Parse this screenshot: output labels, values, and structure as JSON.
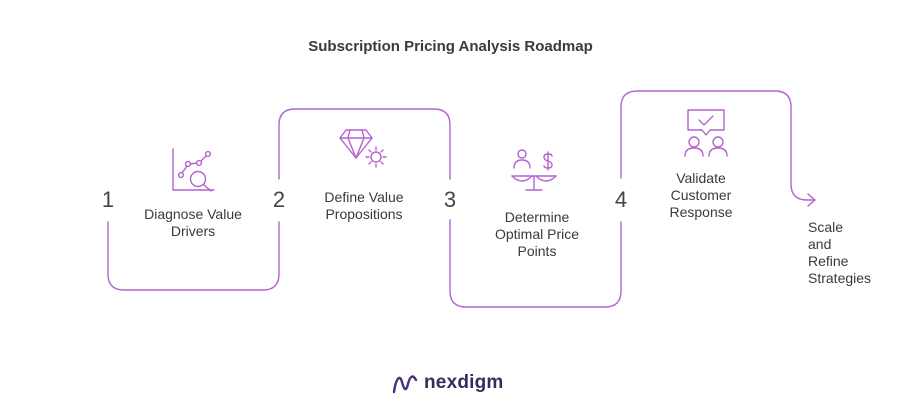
{
  "title": "Subscription Pricing Analysis Roadmap",
  "accent_color": "#b463cf",
  "steps": [
    {
      "number": "1",
      "label": "Diagnose Value\nDrivers",
      "icon": "chart-magnifier-icon"
    },
    {
      "number": "2",
      "label": "Define Value\nPropositions",
      "icon": "gem-gear-icon"
    },
    {
      "number": "3",
      "label": "Determine\nOptimal Price\nPoints",
      "icon": "scale-person-dollar-icon"
    },
    {
      "number": "4",
      "label": "Validate\nCustomer\nResponse",
      "icon": "people-feedback-icon"
    }
  ],
  "final_step": {
    "label": "Scale\nand\nRefine\nStrategies",
    "icon": "arrow-right-icon"
  },
  "brand": {
    "name": "nexdigm",
    "icon": "nexdigm-logo-icon"
  }
}
